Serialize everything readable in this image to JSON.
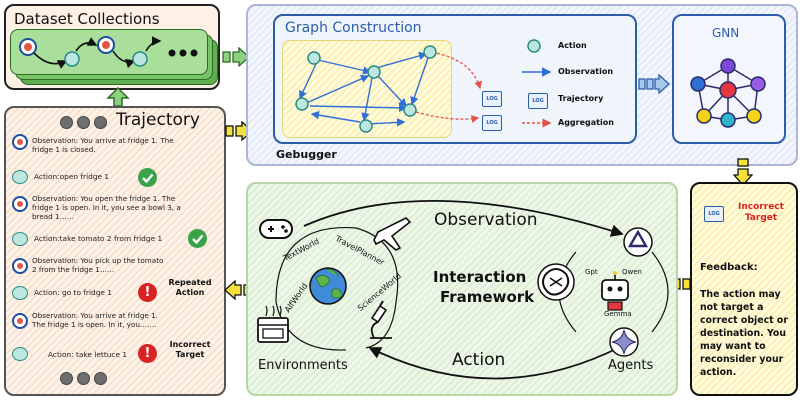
{
  "dataset": {
    "title": "Dataset Collections"
  },
  "trajectory": {
    "title": "Trajectory",
    "steps": [
      {
        "type": "observation",
        "text": "Observation: You arrive at fridge 1. The fridge 1 is closed."
      },
      {
        "type": "action",
        "text": "Action:open fridge 1",
        "status": "ok"
      },
      {
        "type": "observation",
        "text": "Observation: You open the fridge 1. The fridge 1 is open. In it, you see a bowl 3, a bread 1……"
      },
      {
        "type": "action",
        "text": "Action:take tomato 2 from fridge 1",
        "status": "ok"
      },
      {
        "type": "observation",
        "text": "Observation: You pick up the tomato 2 from the fridge 1……"
      },
      {
        "type": "action",
        "text": "Action: go to fridge 1",
        "status": "error",
        "tag": "Repeated Action"
      },
      {
        "type": "observation",
        "text": "Observation: You arrive at fridge 1. The fridge 1 is open. In it, you……."
      },
      {
        "type": "action",
        "text": "Action: take lettuce 1",
        "status": "error",
        "tag": "Incorrect Target"
      }
    ]
  },
  "gebugger": {
    "label": "Gebugger",
    "graph_title": "Graph Construction",
    "gnn_title": "GNN",
    "legend": [
      {
        "label": "Action",
        "icon": "hand-icon"
      },
      {
        "label": "Observation",
        "icon": "arrow-icon"
      },
      {
        "label": "Trajectory",
        "icon": "log-icon"
      },
      {
        "label": "Aggregation",
        "icon": "dashed-arrow-icon"
      }
    ],
    "log_label": "LOG"
  },
  "interaction": {
    "title_line1": "Interaction",
    "title_line2": "Framework",
    "observation_label": "Observation",
    "action_label": "Action",
    "environments_label": "Environments",
    "agents_label": "Agents",
    "environments": [
      "TextWorld",
      "TravelPlanner",
      "AlfWorld",
      "ScienceWorld"
    ],
    "agents": [
      "Gpt",
      "Qwen",
      "Gemma"
    ]
  },
  "feedback": {
    "tag": "Incorrect Target",
    "heading": "Feedback:",
    "body": "The action may not target a correct object or destination. You may want to reconsider your action."
  },
  "colors": {
    "green_bg": "#e3f2dc",
    "blue_bg": "#eaeffa",
    "peach_bg": "#fae8da",
    "yellow_bg": "#fdf5c4",
    "blue_line": "#2f6fd6",
    "red_dashed": "#e2554a",
    "error_red": "#d92323",
    "ok_green": "#3aa24a"
  }
}
